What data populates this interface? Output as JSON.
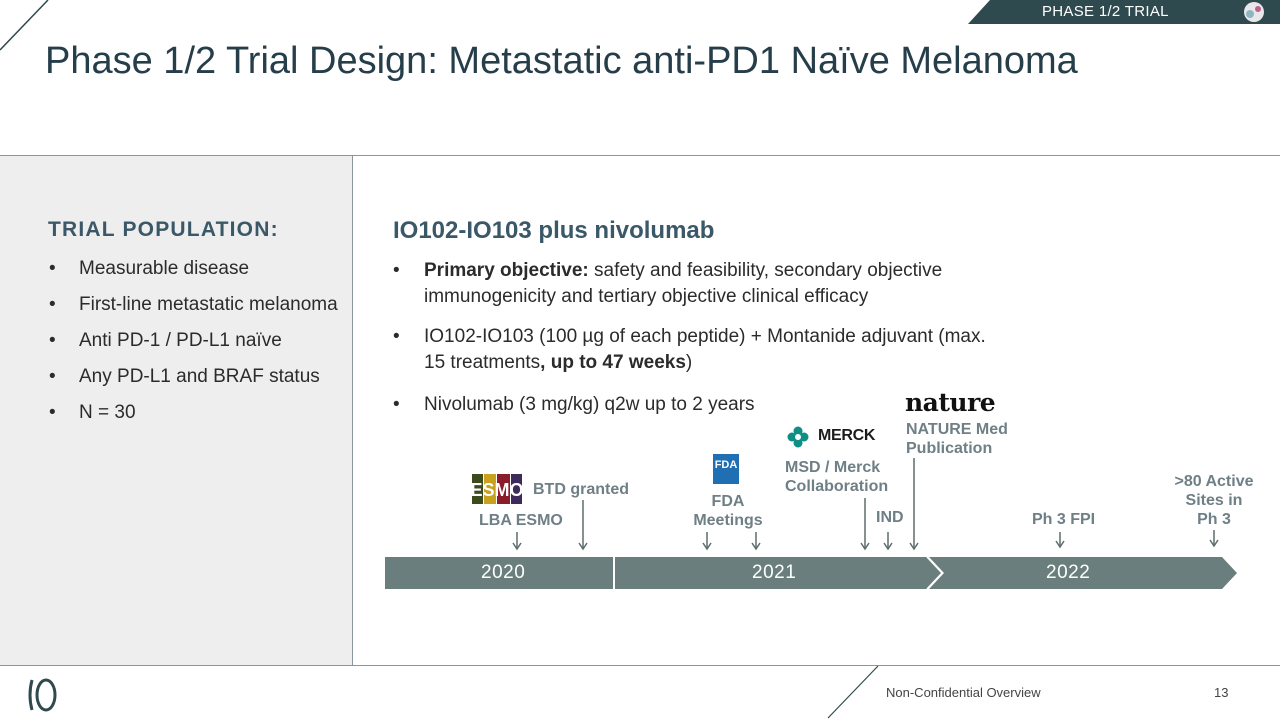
{
  "header": {
    "phase_tag": "PHASE 1/2 TRIAL",
    "title": "Phase 1/2 Trial Design: Metastatic anti-PD1 Naïve Melanoma"
  },
  "population": {
    "heading": "TRIAL POPULATION:",
    "items": [
      "Measurable disease",
      "First-line metastatic melanoma",
      "Anti PD-1 / PD-L1 naïve",
      "Any PD-L1 and BRAF status",
      "N = 30"
    ]
  },
  "regimen": {
    "heading": "IO102-IO103 plus nivolumab",
    "bullet_1_bold": "Primary objective:",
    "bullet_1_rest": " safety and feasibility, secondary objective immunogenicity and tertiary objective clinical efficacy",
    "bullet_2_a": "IO102-IO103 (100 µg of each peptide) + Montanide adjuvant (max. 15 treatments",
    "bullet_2_bold": ", up to 47 weeks",
    "bullet_2_c": ")",
    "bullet_3": "Nivolumab (3 mg/kg) q2w up to 2 years"
  },
  "timeline": {
    "years": [
      "2020",
      "2021",
      "2022"
    ],
    "events": {
      "btd": "BTD granted",
      "lba_esmo": "LBA ESMO",
      "fda_1": "FDA",
      "fda_2": "Meetings",
      "msd_1": "MSD / Merck",
      "msd_2": "Collaboration",
      "ind": "IND",
      "nature_1": "NATURE Med",
      "nature_2": "Publication",
      "ph3_fpi": "Ph 3 FPI",
      "sites_1": ">80 Active",
      "sites_2": "Sites in",
      "sites_3": "Ph 3"
    },
    "logos": {
      "esmo": "ESMO",
      "fda": "FDA",
      "merck": "MERCK",
      "nature": "nature"
    }
  },
  "footer": {
    "text": "Non-Confidential Overview",
    "page": "13"
  },
  "colors": {
    "title": "#263d4a",
    "heading": "#3a5868",
    "timeline_bar": "#6a7f7d",
    "tag_bg": "#2f4a4f"
  }
}
